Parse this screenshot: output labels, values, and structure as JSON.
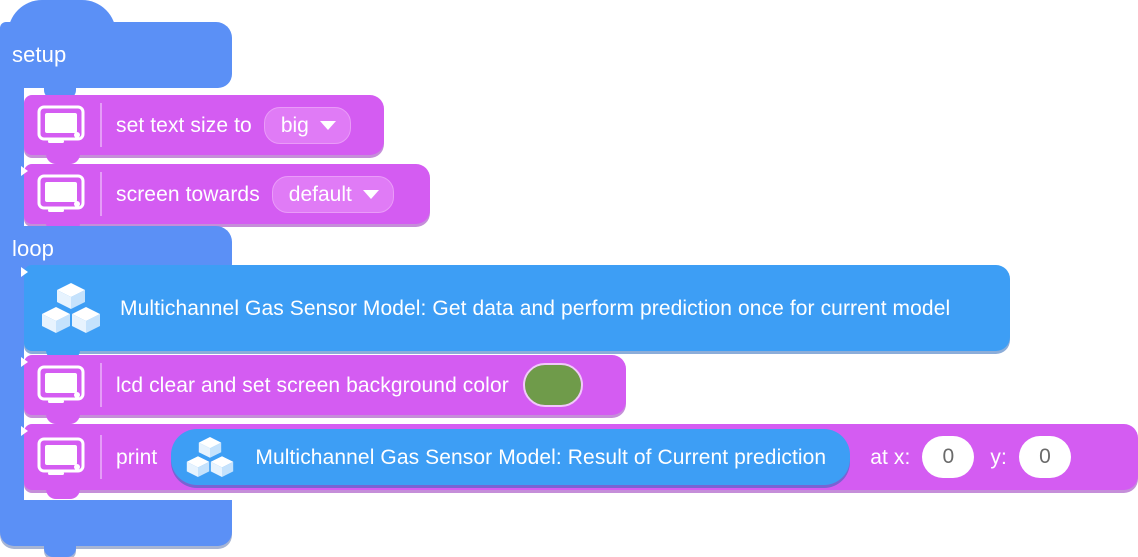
{
  "workspace": {
    "title": "Block program workspace",
    "colors": {
      "hat_blue": "#5b90f6",
      "statement_magenta": "#d45cf2",
      "sensor_blue": "#3d9ef5",
      "background_color_value": "#6f9b4a",
      "field_white": "#ffffff",
      "canvas": "#ffffff"
    }
  },
  "setup": {
    "label": "setup",
    "blocks": [
      {
        "icon": "monitor-icon",
        "label": "set text size to",
        "field_type": "dropdown",
        "field_value": "big"
      },
      {
        "icon": "monitor-icon",
        "label": "screen towards",
        "field_type": "dropdown",
        "field_value": "default"
      }
    ]
  },
  "loop": {
    "label": "loop",
    "blocks": [
      {
        "icon": "cubes-icon",
        "label": "Multichannel Gas Sensor Model: Get data and perform prediction once for current model"
      },
      {
        "icon": "monitor-icon",
        "label": "lcd clear and set screen background color",
        "field_type": "color",
        "field_value": "#6f9b4a"
      },
      {
        "icon": "monitor-icon",
        "label": "print",
        "reporter": {
          "icon": "cubes-icon",
          "label": "Multichannel Gas Sensor Model: Result of Current prediction"
        },
        "x_label": "at x:",
        "x_value": "0",
        "y_label": "y:",
        "y_value": "0"
      }
    ]
  }
}
